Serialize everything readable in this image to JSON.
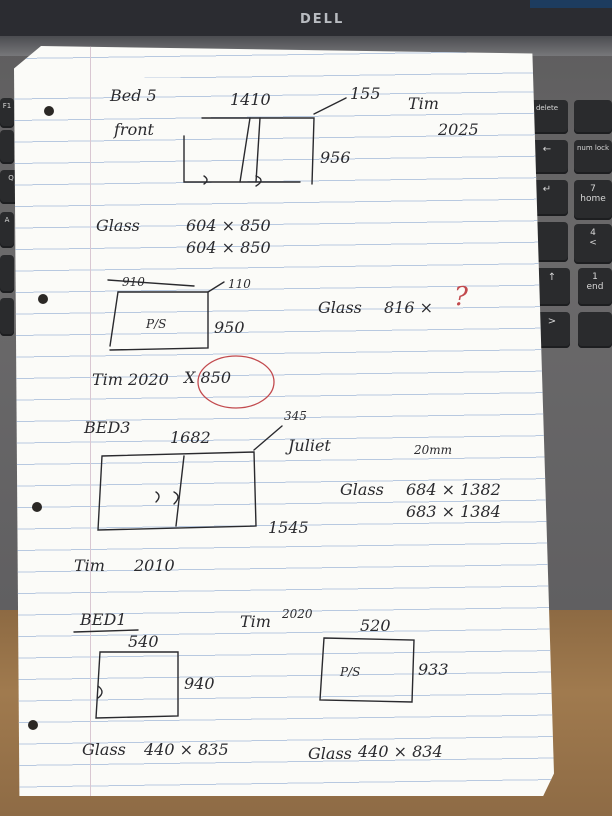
{
  "laptop": {
    "brand_logo": "DELL",
    "keys": {
      "fn": "F1",
      "q": "Q",
      "a": "A",
      "delete": "delete",
      "num_lock": "num lock",
      "backspace": "←",
      "enter": "↵",
      "seven_home": "7",
      "home": "home",
      "four": "4",
      "four_arrow": "<",
      "up": "↑",
      "one": "1",
      "end": "end",
      "right": ">"
    }
  },
  "notes": {
    "bed5": {
      "title": "Bed 5",
      "subtitle": "front",
      "width": "1410",
      "offset": "155",
      "height": "956",
      "author": "Tim",
      "year": "2025",
      "glass_label": "Glass",
      "glass_1": "604 × 850",
      "glass_2": "604 × 850"
    },
    "panel2": {
      "width": "910",
      "offset": "110",
      "height": "950",
      "center_label": "P/S",
      "glass_label": "Glass",
      "glass_value": "816 ×",
      "question": "?",
      "author_line": "Tim 2020",
      "author_line_value": "X 850"
    },
    "bed3": {
      "title": "BED3",
      "width": "1682",
      "offset": "345",
      "type": "Juliet",
      "thickness": "20mm",
      "height": "1545",
      "glass_label": "Glass",
      "glass_1": "684 × 1382",
      "glass_2": "683 × 1384",
      "author": "Tim",
      "year": "2010"
    },
    "bed1": {
      "title": "BED1",
      "author": "Tim",
      "year": "2020",
      "width_left": "540",
      "height_left": "940",
      "width_right": "520",
      "height_right": "933",
      "center_label": "P/S",
      "glass_left_label": "Glass",
      "glass_left": "440 × 835",
      "glass_right_label": "Glass",
      "glass_right": "440 × 834"
    }
  }
}
